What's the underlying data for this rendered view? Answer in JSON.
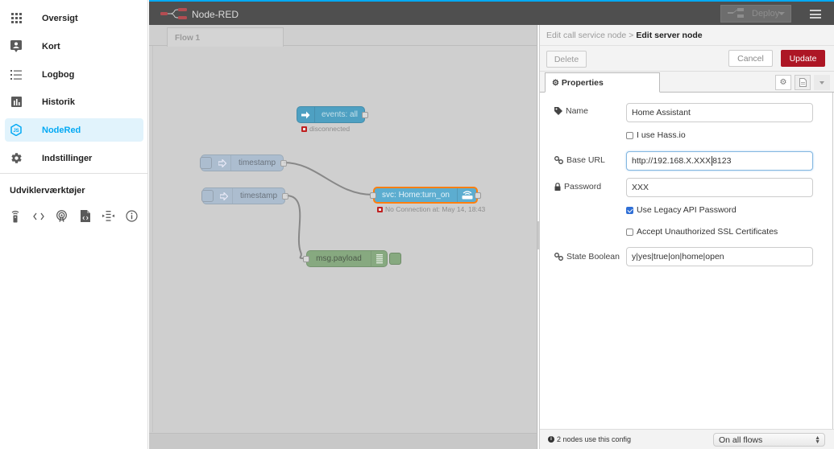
{
  "sidebar": {
    "items": [
      {
        "label": "Oversigt",
        "icon": "apps-grid-icon",
        "active": false
      },
      {
        "label": "Kort",
        "icon": "map-account-icon",
        "active": false
      },
      {
        "label": "Logbog",
        "icon": "list-icon",
        "active": false
      },
      {
        "label": "Historik",
        "icon": "chart-bar-icon",
        "active": false
      },
      {
        "label": "NodeRed",
        "icon": "nodejs-icon",
        "active": true
      },
      {
        "label": "Indstillinger",
        "icon": "gear-icon",
        "active": false
      }
    ],
    "developer_tools_title": "Udviklerværktøjer",
    "developer_tools": [
      "remote-icon",
      "code-icon",
      "podcast-icon",
      "file-code-icon",
      "format-text-icon",
      "info-icon"
    ]
  },
  "nodered": {
    "title": "Node-RED",
    "deploy_label": "Deploy",
    "flow_tab": "Flow 1",
    "nodes": {
      "events": {
        "label": "events: all",
        "status": "disconnected"
      },
      "timestamp1": {
        "label": "timestamp"
      },
      "timestamp2": {
        "label": "timestamp"
      },
      "service": {
        "label": "svc: Home:turn_on",
        "status": "No Connection at: May 14, 18:43"
      },
      "debug": {
        "label": "msg.payload"
      }
    }
  },
  "editor": {
    "breadcrumb_parent": "Edit call service node",
    "breadcrumb_separator": ">",
    "breadcrumb_current": "Edit server node",
    "delete_label": "Delete",
    "cancel_label": "Cancel",
    "update_label": "Update",
    "properties_tab": "Properties",
    "fields": {
      "name_label": "Name",
      "name_value": "Home Assistant",
      "hassio_label": "I use Hass.io",
      "hassio_checked": false,
      "base_url_label": "Base URL",
      "base_url_before_caret": "http://192.168.X.XXX",
      "base_url_after_caret": "8123",
      "password_label": "Password",
      "password_value": "XXX",
      "legacy_label": "Use Legacy API Password",
      "legacy_checked": true,
      "ssl_label": "Accept Unauthorized SSL Certificates",
      "ssl_checked": false,
      "state_boolean_label": "State Boolean",
      "state_boolean_value": "y|yes|true|on|home|open"
    },
    "footer_info": "2 nodes use this config",
    "scope_select": "On all flows"
  },
  "colors": {
    "accent": "#03a9f4",
    "update_button": "#ad1625",
    "header_bg": "#4f4f4f",
    "workspace_bg": "#cfcfcf"
  }
}
